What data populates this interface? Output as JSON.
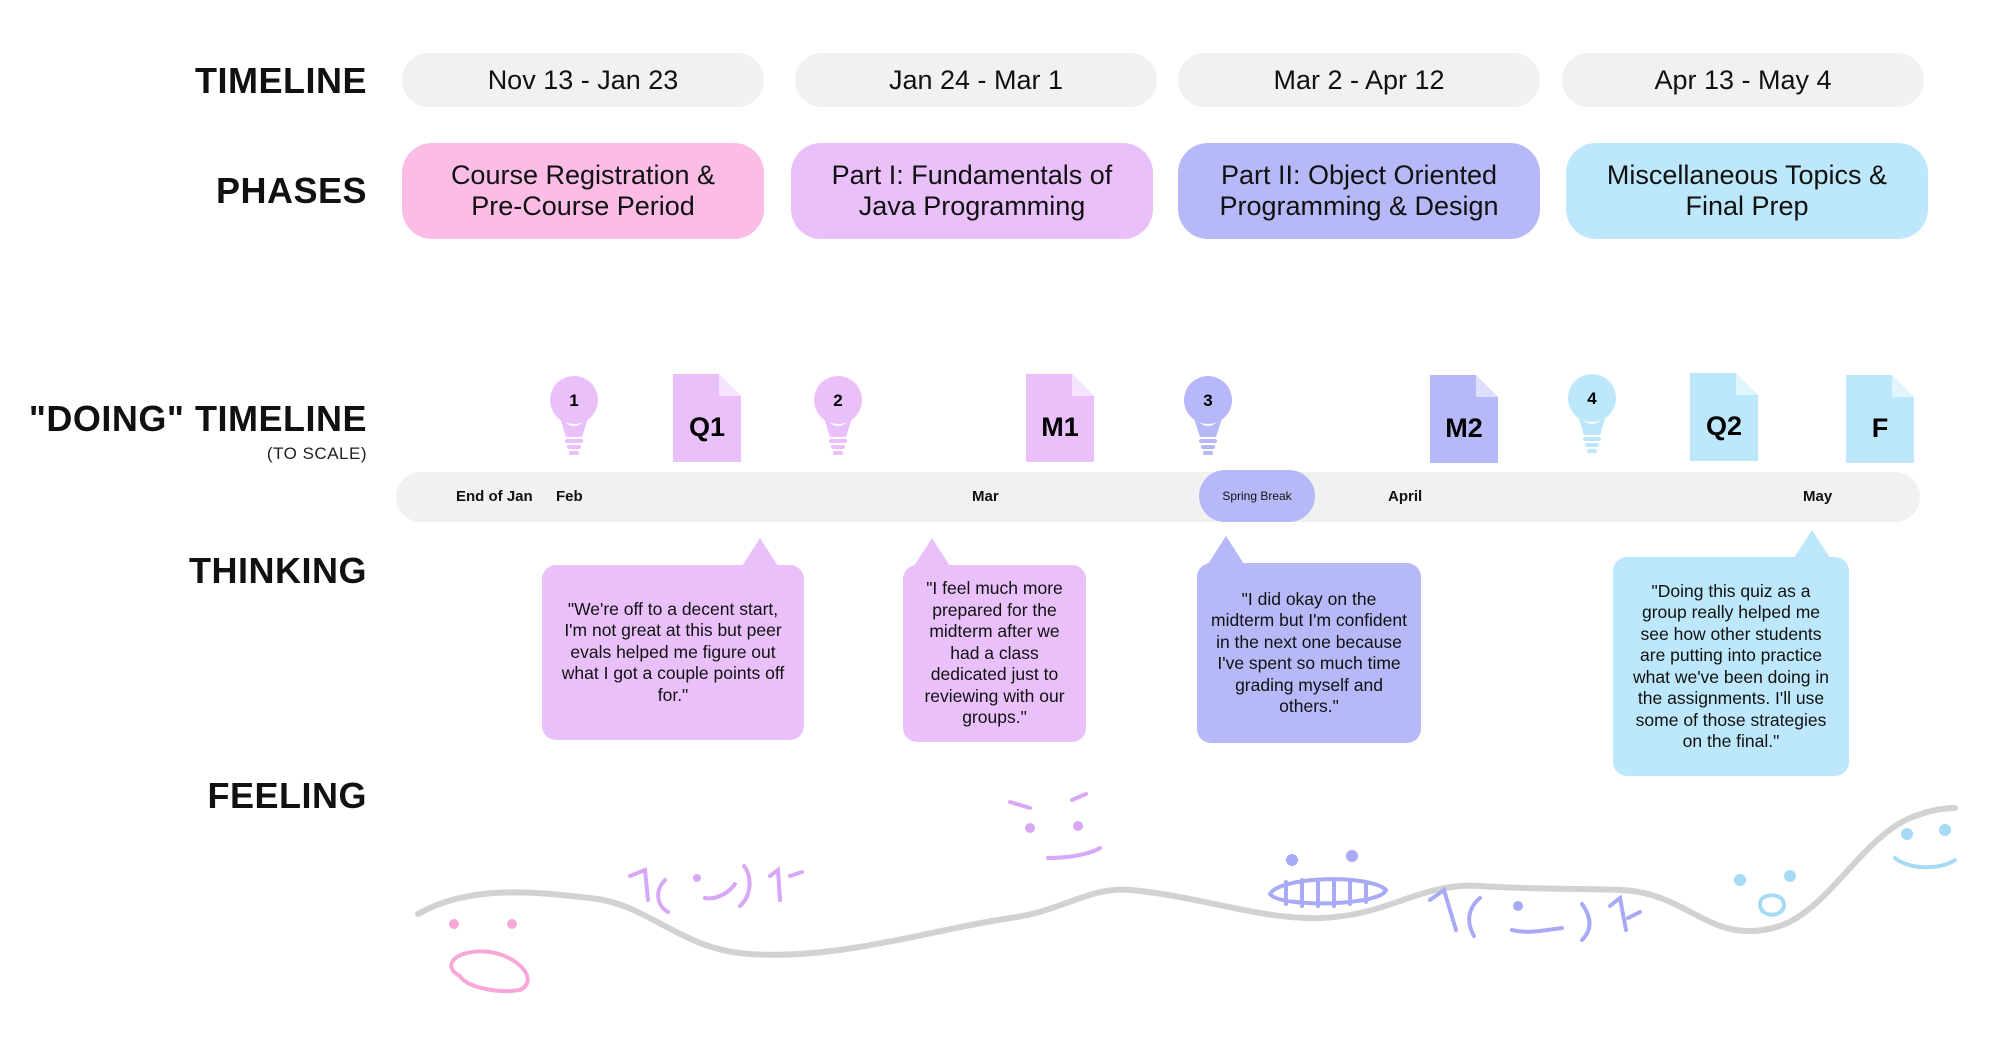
{
  "labels": {
    "timeline": "TIMELINE",
    "phases": "PHASES",
    "doing": "\"DOING\" TIMELINE",
    "doing_sub": "(TO SCALE)",
    "thinking": "THINKING",
    "feeling": "FEELING"
  },
  "timeline": [
    "Nov 13 - Jan 23",
    "Jan 24 - Mar 1",
    "Mar 2 - Apr 12",
    "Apr 13 - May 4"
  ],
  "phases": [
    {
      "line1": "Course Registration &",
      "line2": "Pre-Course Period",
      "color": "#fbbde5"
    },
    {
      "line1": "Part I: Fundamentals of",
      "line2": "Java Programming",
      "color": "#eac0fb"
    },
    {
      "line1": "Part II: Object Oriented",
      "line2": "Programming & Design",
      "color": "#b7b8f8"
    },
    {
      "line1": "Miscellaneous Topics &",
      "line2": "Final Prep",
      "color": "#bde8fb"
    }
  ],
  "axis_ticks": {
    "end_of_jan": "End of Jan",
    "feb": "Feb",
    "mar": "Mar",
    "spring_break": "Spring Break",
    "april": "April",
    "may": "May"
  },
  "doing_items": [
    {
      "kind": "lightbulb-icon",
      "label": "1",
      "color": "#eac0fb"
    },
    {
      "kind": "document-icon",
      "label": "Q1",
      "color": "#eac0fb"
    },
    {
      "kind": "lightbulb-icon",
      "label": "2",
      "color": "#eac0fb"
    },
    {
      "kind": "document-icon",
      "label": "M1",
      "color": "#eac0fb"
    },
    {
      "kind": "lightbulb-icon",
      "label": "3",
      "color": "#b7b8f8"
    },
    {
      "kind": "document-icon",
      "label": "M2",
      "color": "#b7b8f8"
    },
    {
      "kind": "lightbulb-icon",
      "label": "4",
      "color": "#bde8fb"
    },
    {
      "kind": "document-icon",
      "label": "Q2",
      "color": "#bde8fb"
    },
    {
      "kind": "document-icon",
      "label": "F",
      "color": "#bde8fb"
    }
  ],
  "thoughts": [
    {
      "text": "\"We're off to a decent start, I'm not great at this but peer evals helped me figure out what I got a couple points off for.\"",
      "color": "#eac0fb"
    },
    {
      "text": "\"I feel much more prepared for the midterm after we had a class dedicated just to reviewing with our groups.\"",
      "color": "#eac0fb"
    },
    {
      "text": "\"I did okay on the midterm but I'm confident in the next one because I've spent so much time grading myself and others.\"",
      "color": "#b7b8f8"
    },
    {
      "text": "\"Doing this quiz as a group really helped me see how other students are putting into practice what we've been doing in the assignments. I'll use some of those strategies on the final.\"",
      "color": "#bde8fb"
    }
  ],
  "faces": [
    {
      "name": "worried-face-icon",
      "color": "#f7a8d8"
    },
    {
      "name": "shrug-face-icon",
      "color": "#d7a8f5"
    },
    {
      "name": "smirk-face-icon",
      "color": "#d7a8f5"
    },
    {
      "name": "grimace-face-icon",
      "color": "#a9aaf5"
    },
    {
      "name": "shrug-face-icon-2",
      "color": "#a9aaf5"
    },
    {
      "name": "surprised-face-icon",
      "color": "#a6dbf5"
    },
    {
      "name": "happy-face-icon",
      "color": "#a6dbf5"
    }
  ]
}
